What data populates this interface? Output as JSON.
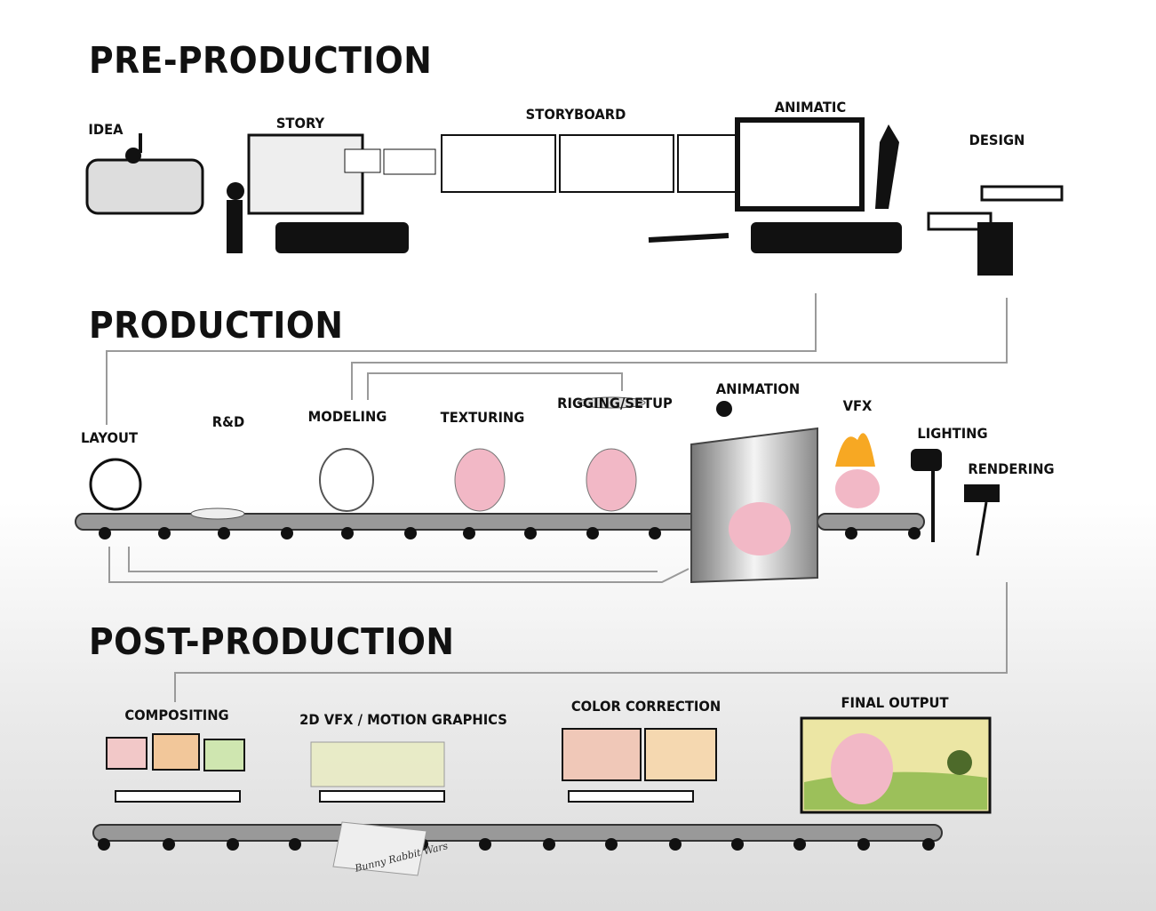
{
  "sections": {
    "pre_production": {
      "title": "PRE-PRODUCTION",
      "stages": [
        "IDEA",
        "STORY",
        "STORYBOARD",
        "ANIMATIC",
        "DESIGN"
      ]
    },
    "production": {
      "title": "PRODUCTION",
      "stages": [
        "LAYOUT",
        "R&D",
        "MODELING",
        "TEXTURING",
        "RIGGING/SETUP",
        "ANIMATION",
        "VFX",
        "LIGHTING",
        "RENDERING"
      ]
    },
    "post_production": {
      "title": "POST-PRODUCTION",
      "stages": [
        "COMPOSITING",
        "2D VFX / MOTION GRAPHICS",
        "COLOR CORRECTION",
        "FINAL OUTPUT"
      ]
    }
  },
  "card_text": "Bunny Rabbit Wars",
  "colors": {
    "ink": "#111111",
    "connector": "#9a9a9a",
    "bunny_pink": "#f2b8c6",
    "belt": "#8c8c8c",
    "final_bg": "#e8e4a0",
    "grass": "#9cc05a"
  }
}
